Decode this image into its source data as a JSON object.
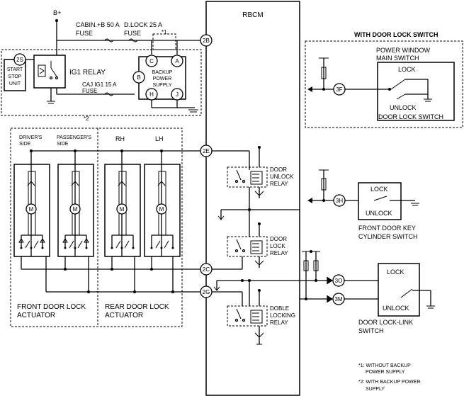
{
  "rbcm": {
    "title": "RBCM"
  },
  "power": {
    "bplus": "B+",
    "cabin_fuse": "CABIN.+B 50 A",
    "dlock_fuse": "D.LOCK 25 A",
    "fuse_word": "FUSE",
    "star1": "*1",
    "star2": "*2",
    "ig1_relay": "IG1 RELAY",
    "caj_fuse": "CAJ IG1 15 A",
    "start_stop_unit": [
      "START",
      "STOP",
      "UNIT"
    ],
    "backup_power_supply": [
      "BACKUP",
      "POWER",
      "SUPPLY"
    ]
  },
  "connectors": {
    "c2s": "2S",
    "c2b": "2B",
    "c2e": "2E",
    "c2c": "2C",
    "c2g": "2G",
    "c3f": "3F",
    "c3h": "3H",
    "c3o": "3O",
    "c3m": "3M",
    "cC": "C",
    "cA": "A",
    "cB": "B",
    "cH": "H",
    "cJ": "J"
  },
  "actuators": {
    "drivers_side": [
      "DRIVER'S",
      "SIDE"
    ],
    "passengers_side": [
      "PASSENGER'S",
      "SIDE"
    ],
    "rh": "RH",
    "lh": "LH",
    "motor": "M",
    "front_label": [
      "FRONT DOOR LOCK",
      "ACTUATOR"
    ],
    "rear_label": [
      "REAR DOOR LOCK",
      "ACTUATOR"
    ]
  },
  "relays": {
    "unlock": [
      "DOOR",
      "UNLOCK",
      "RELAY"
    ],
    "lock": [
      "DOOR",
      "LOCK",
      "RELAY"
    ],
    "double": [
      "DOBLE",
      "LOCKING",
      "RELAY"
    ]
  },
  "right": {
    "with_door_lock_switch": "WITH DOOR LOCK SWITCH",
    "pw_main_switch": [
      "POWER WINDOW",
      "MAIN SWITCH"
    ],
    "lock": "LOCK",
    "unlock": "UNLOCK",
    "door_lock_switch": "DOOR LOCK SWITCH",
    "key_cyl_switch": [
      "FRONT DOOR KEY",
      "CYLINDER SWITCH"
    ],
    "lock_link_switch": [
      "DOOR LOCK-LINK",
      "SWITCH"
    ]
  },
  "notes": {
    "n1": [
      "*1: WITHOUT BACKUP",
      "POWER SUPPLY"
    ],
    "n2": [
      "*2: WITH BACKUP POWER",
      "SUPPLY"
    ]
  }
}
